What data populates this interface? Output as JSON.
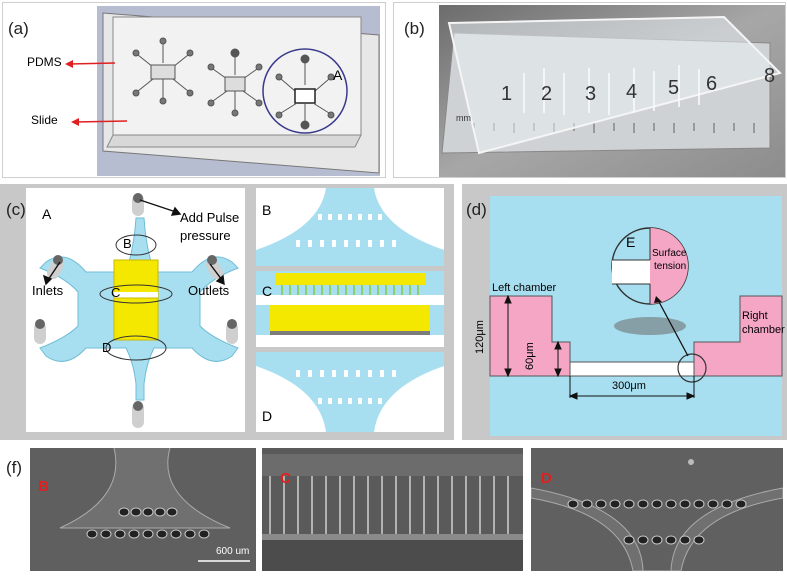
{
  "panel_a": {
    "label": "(a)",
    "pdms": "PDMS",
    "slide": "Slide",
    "circle_label": "A"
  },
  "panel_b": {
    "label": "(b)",
    "ruler_numbers": [
      "1",
      "2",
      "3",
      "4",
      "5",
      "6",
      "8"
    ],
    "mm_label": "mm"
  },
  "panel_c": {
    "label": "(c)",
    "main_label": "A",
    "add_pulse_line1": "Add Pulse",
    "add_pulse_line2": "pressure",
    "inlets": "Inlets",
    "outlets": "Outlets",
    "b": "B",
    "c": "C",
    "d": "D",
    "detail_b": "B",
    "detail_c": "C",
    "detail_d": "D"
  },
  "panel_d": {
    "label": "(d)",
    "left_chamber": "Left chamber",
    "right_chamber_line1": "Right",
    "right_chamber_line2": "chamber",
    "e": "E",
    "surface_line1": "Surface",
    "surface_line2": "tension",
    "dim_120": "120μm",
    "dim_60": "60μm",
    "dim_300": "300μm"
  },
  "panel_f": {
    "label": "(f)",
    "b": "B",
    "c": "C",
    "d": "D",
    "scale": "600 um"
  },
  "colors": {
    "channel_cyan": "#a8dff0",
    "chamber_pink": "#f4a6c4",
    "electrode_yellow": "#f5e800",
    "arrow_red": "#e02020",
    "frame_gray": "#c8c8c8"
  }
}
